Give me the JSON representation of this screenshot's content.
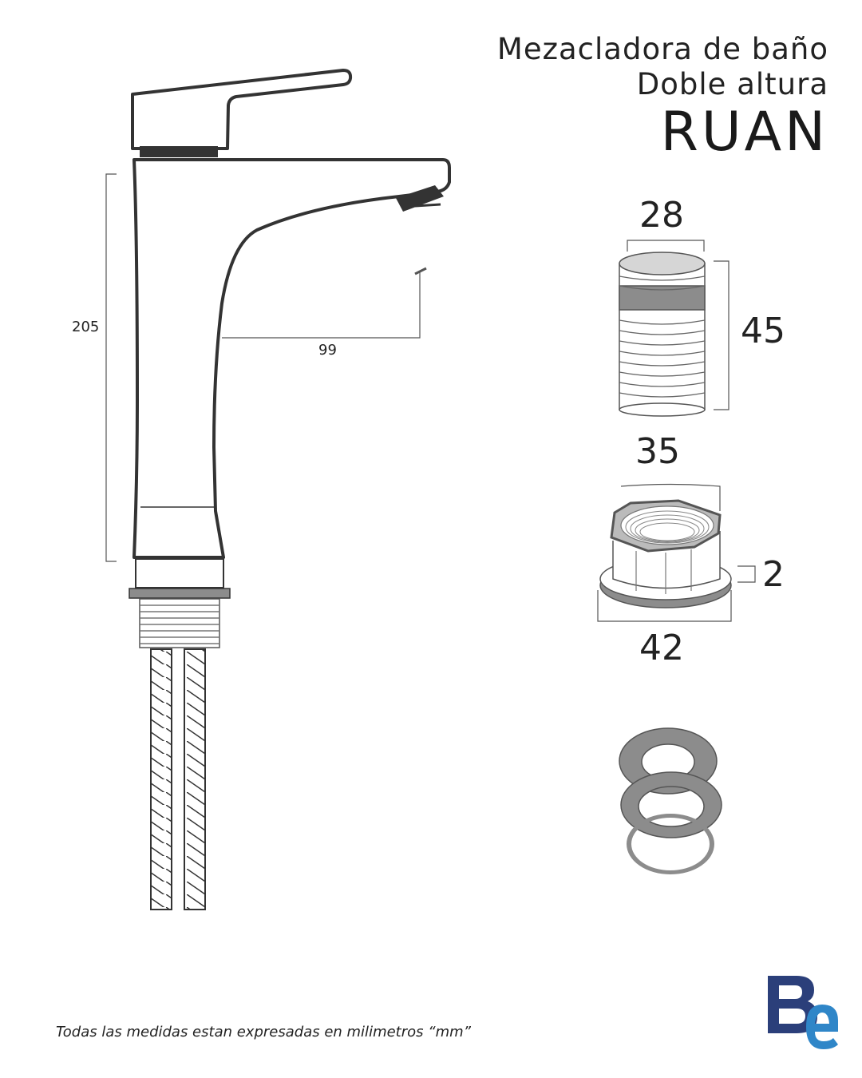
{
  "title": {
    "line1": "Mezacladora de baño",
    "line2": "Doble altura",
    "name": "RUAN"
  },
  "dimensions": {
    "faucet_height": "205",
    "spout_reach": "99",
    "cartridge_diameter": "28",
    "cartridge_height": "45",
    "nut_top": "35",
    "nut_thickness": "2",
    "nut_base": "42"
  },
  "footer": "Todas las medidas estan expresadas en milimetros “mm”",
  "colors": {
    "line": "#333333",
    "gray": "#8c8c8c",
    "light_gray": "#cfcfcf",
    "logo_dark": "#2b3f7a",
    "logo_light": "#2f86c8"
  },
  "icons": {
    "logo": "be-logo-icon"
  }
}
